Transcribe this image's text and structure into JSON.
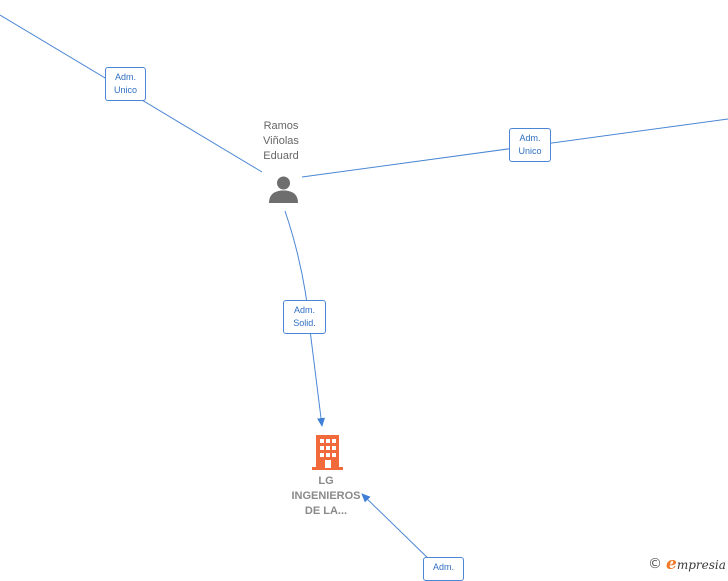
{
  "nodes": {
    "person": {
      "name_lines": [
        "Ramos",
        "Viñolas",
        "Eduard"
      ],
      "icon": "person-icon",
      "color": "#6e6e6e"
    },
    "company": {
      "name_lines": [
        "LG",
        "INGENIEROS",
        "DE LA..."
      ],
      "icon": "building-icon",
      "color": "#f26a3b"
    }
  },
  "edges": [
    {
      "id": "edge-top-left",
      "label_lines": [
        "Adm.",
        "Unico"
      ]
    },
    {
      "id": "edge-right",
      "label_lines": [
        "Adm.",
        "Unico"
      ]
    },
    {
      "id": "edge-person-company",
      "label_lines": [
        "Adm.",
        "Solid."
      ]
    },
    {
      "id": "edge-bottom",
      "label_lines": [
        "Adm."
      ]
    }
  ],
  "colors": {
    "edge": "#4a86d4",
    "label_text": "#2f6fc2"
  },
  "brand": {
    "copyright": "©",
    "initial": "e",
    "name": "mpresia"
  }
}
